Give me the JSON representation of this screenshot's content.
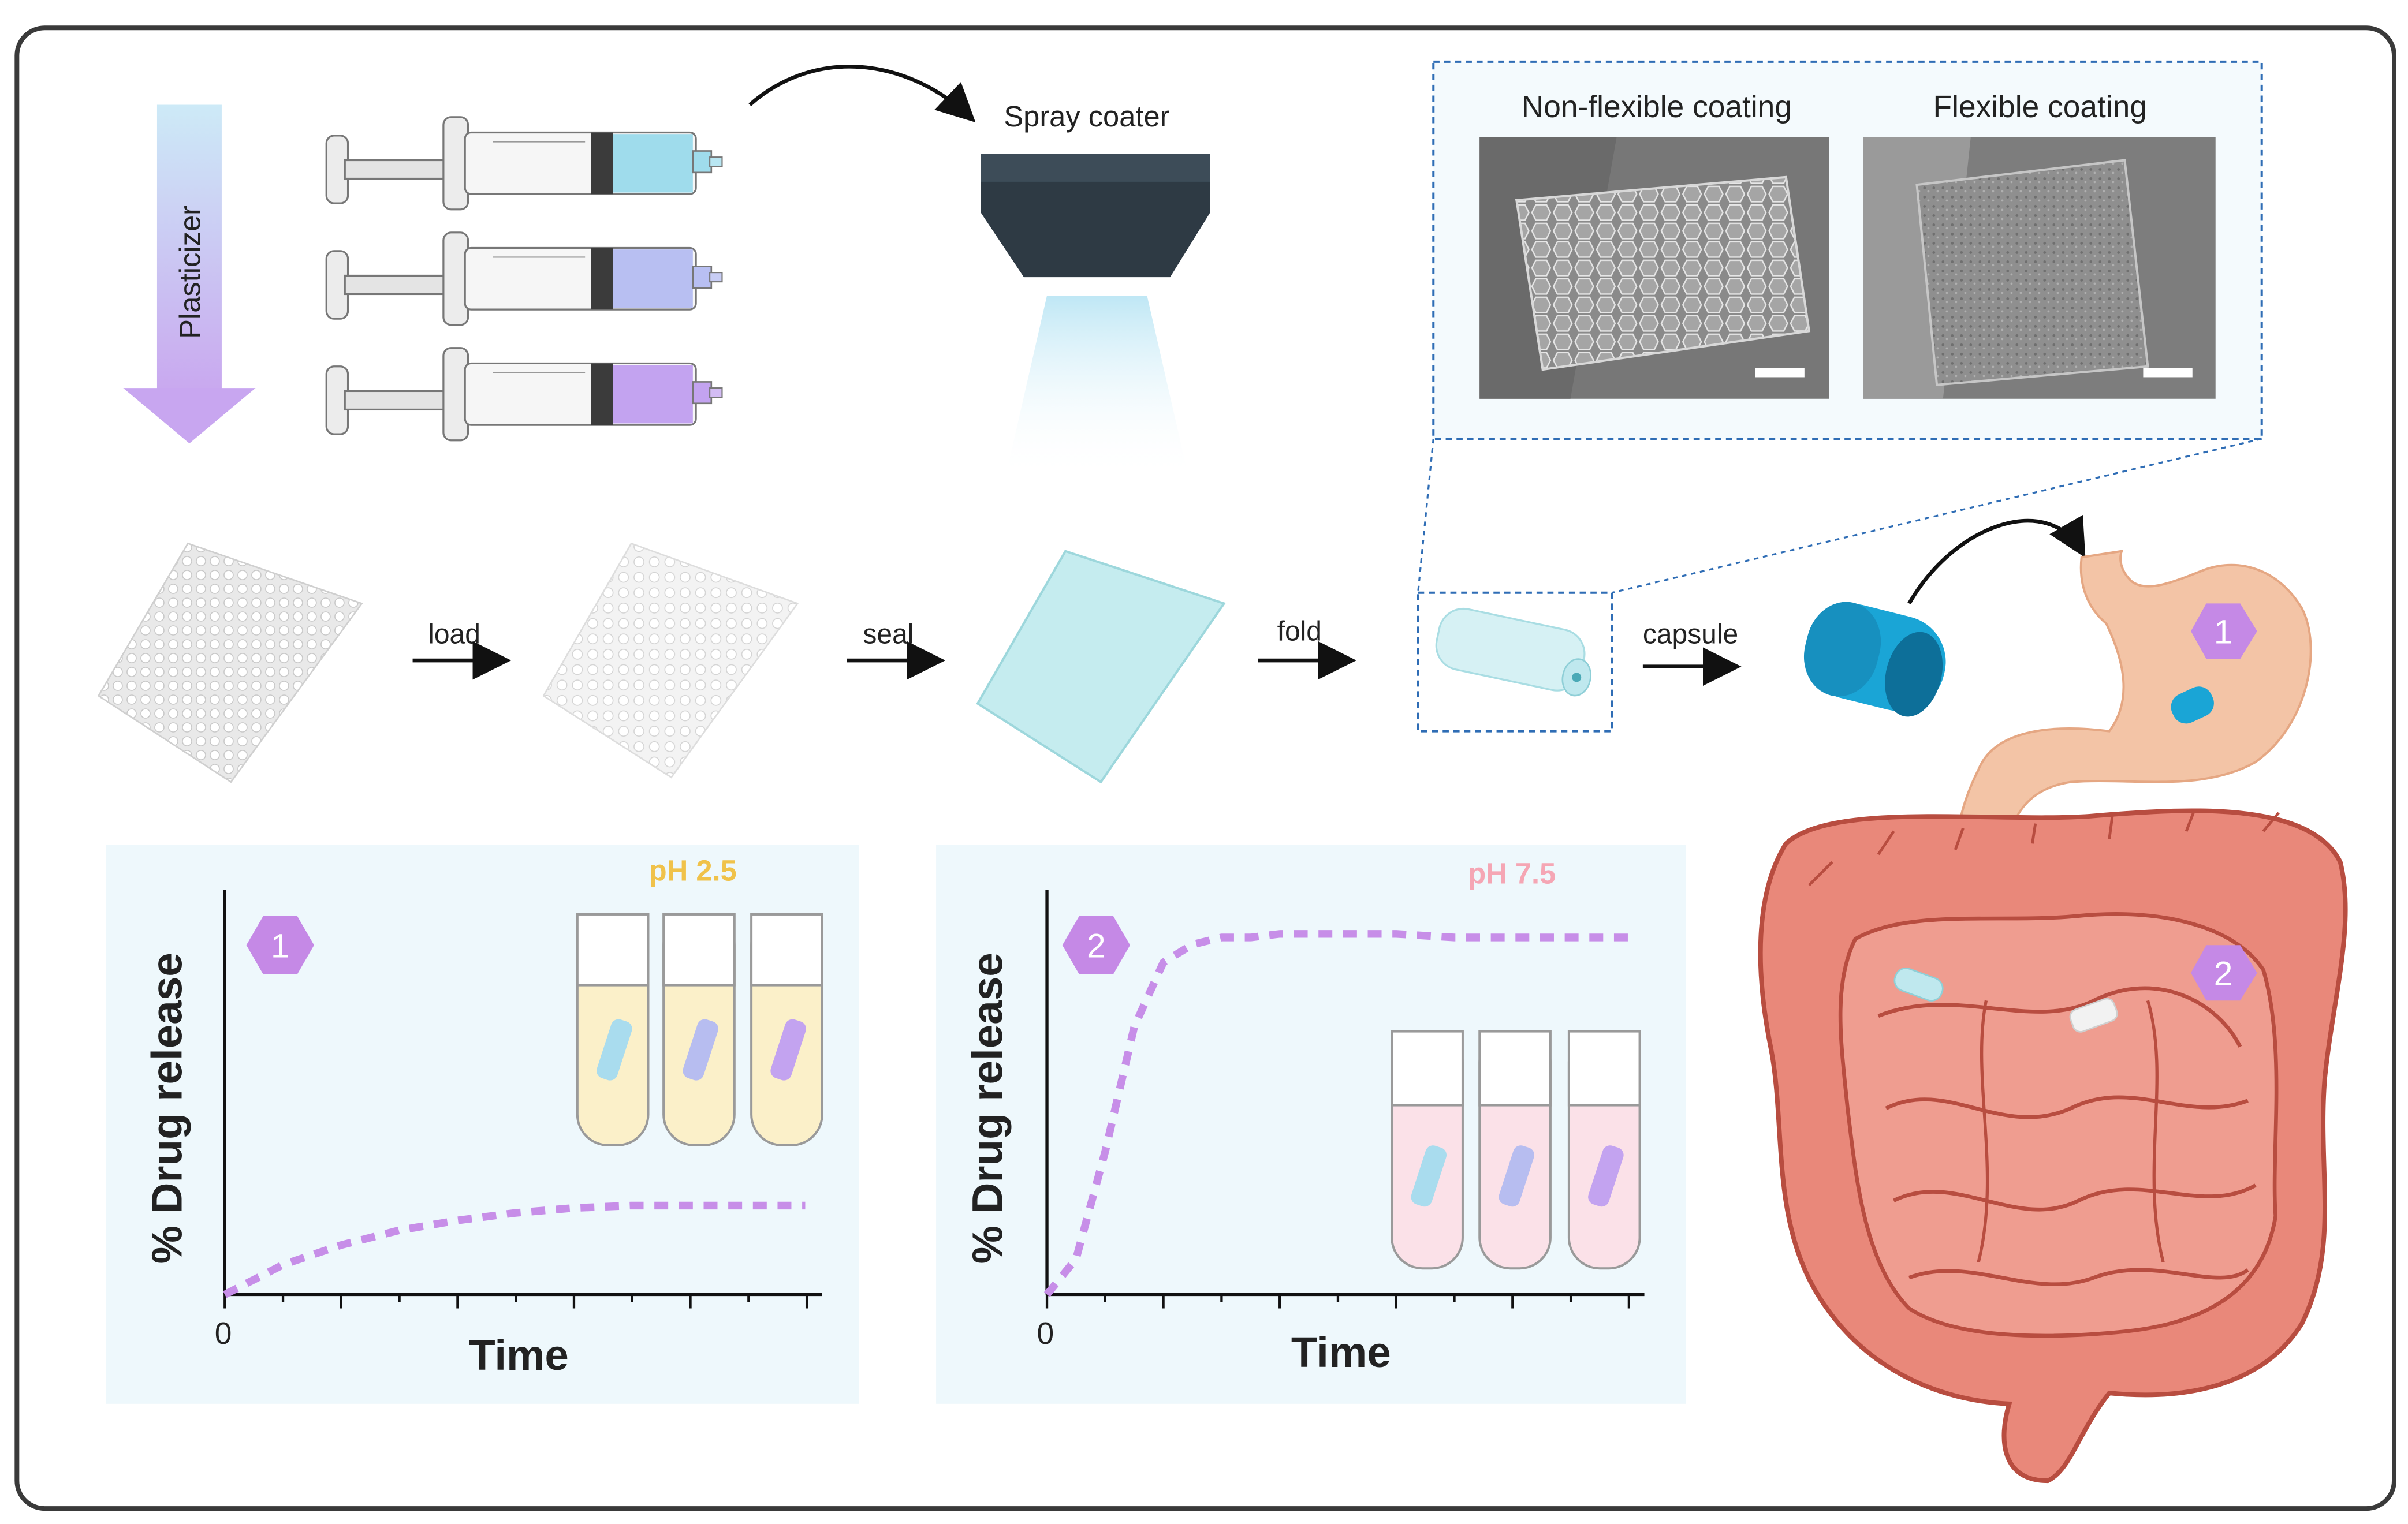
{
  "process": {
    "plasticizer_label": "Plasticizer",
    "spray_coater_label": "Spray coater",
    "steps": [
      "load",
      "seal",
      "fold",
      "capsule"
    ]
  },
  "inset": {
    "left_title": "Non-flexible coating",
    "right_title": "Flexible coating"
  },
  "gi_markers": [
    "1",
    "2"
  ],
  "colors": {
    "purple": "#c78ee8",
    "hex_fill": "#c589e6",
    "ph_low": "#f0c24a",
    "ph_high": "#f5a6b4",
    "panel_bg": "#eef8fc",
    "capsule": "#1aa5d6",
    "intestine": "#e9887a",
    "stomach": "#f3c4a6"
  },
  "chart_data": [
    {
      "type": "line",
      "marker": "1",
      "condition_label": "pH 2.5",
      "xlabel": "Time",
      "ylabel": "% Drug release",
      "x_origin_label": "0",
      "x": [
        0,
        1,
        2,
        3,
        4,
        5,
        6,
        7,
        8,
        9,
        10
      ],
      "y": [
        0,
        6,
        10,
        13,
        15,
        16.5,
        17.5,
        18,
        18,
        18,
        18
      ],
      "ylim": [
        0,
        100
      ],
      "style": "dashed"
    },
    {
      "type": "line",
      "marker": "2",
      "condition_label": "pH 7.5",
      "xlabel": "Time",
      "ylabel": "% Drug release",
      "x_origin_label": "0",
      "x": [
        0,
        0.5,
        1,
        1.5,
        2,
        2.5,
        3,
        3.5,
        4,
        5,
        6,
        7,
        8,
        9,
        10
      ],
      "y": [
        0,
        10,
        40,
        75,
        93,
        98,
        100,
        100,
        101,
        101,
        101,
        100,
        100,
        100,
        100
      ],
      "ylim": [
        0,
        100
      ],
      "style": "dashed"
    }
  ]
}
